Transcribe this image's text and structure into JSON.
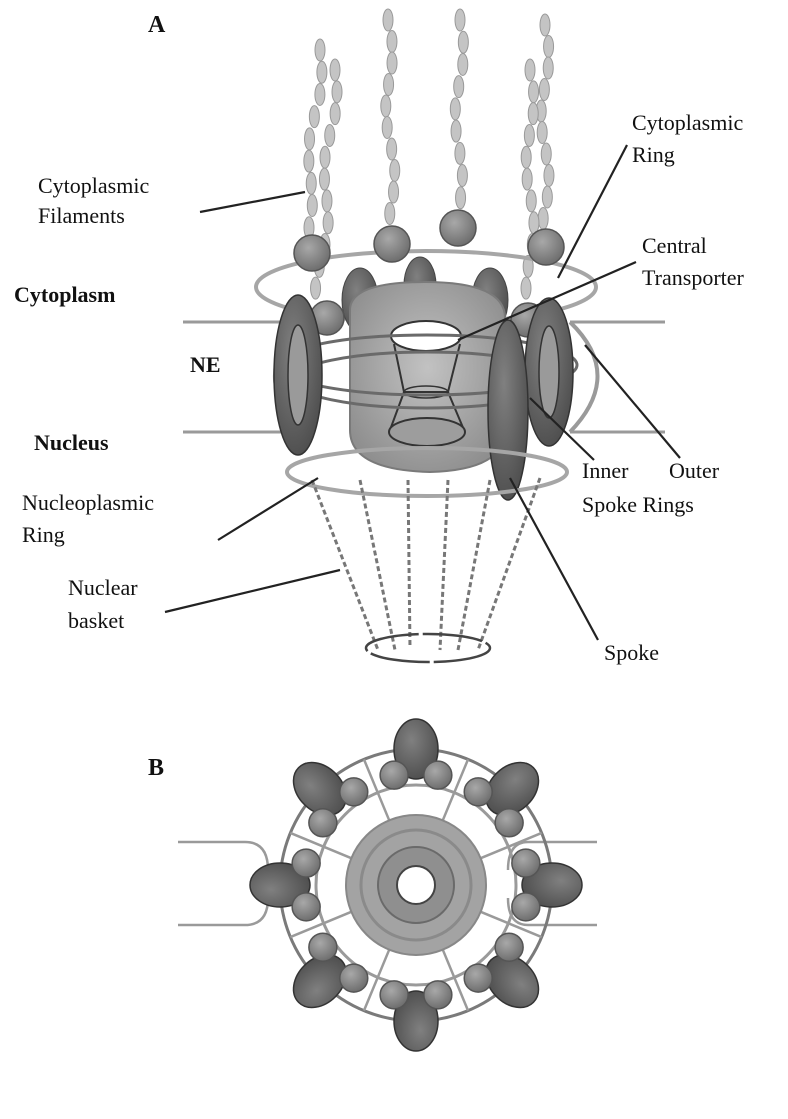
{
  "panel_a": {
    "letter": "A",
    "labels": {
      "cytoplasmic_filaments": [
        "Cytoplasmic",
        "Filaments"
      ],
      "cytoplasmic_ring": [
        "Cytoplasmic",
        "Ring"
      ],
      "central_transporter": [
        "Central",
        "Transporter"
      ],
      "cytoplasm": "Cytoplasm",
      "ne": "NE",
      "nucleus": "Nucleus",
      "inner_outer": [
        "Inner",
        "Outer"
      ],
      "spoke_rings": "Spoke Rings",
      "nucleoplasmic_ring": [
        "Nucleoplasmic",
        "Ring"
      ],
      "nuclear_basket": [
        "Nuclear",
        "basket"
      ],
      "spoke": "Spoke"
    }
  },
  "panel_b": {
    "letter": "B"
  },
  "colors": {
    "spoke_dark": "#5c5c5c",
    "granule": "#8a8a8a",
    "transporter": "#a6a6a6",
    "membrane": "#9a9a9a",
    "filament": "#c4c4c4",
    "ink": "#111111"
  }
}
